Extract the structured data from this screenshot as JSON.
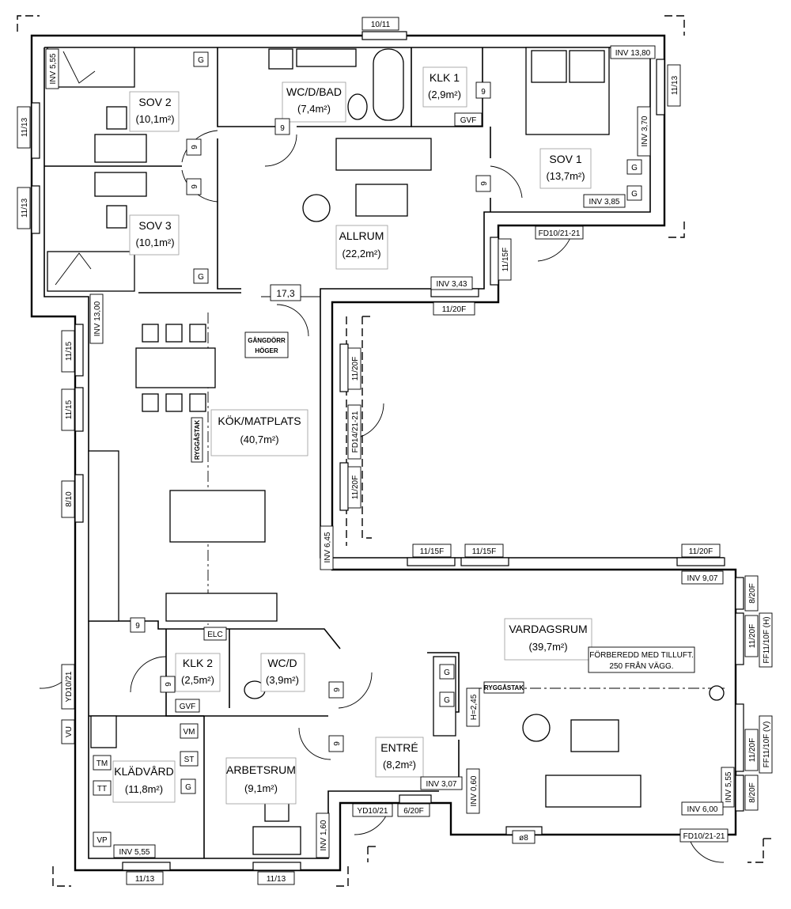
{
  "rooms": [
    {
      "id": "sov2",
      "name": "SOV 2",
      "area": "(10,1m²)"
    },
    {
      "id": "sov3",
      "name": "SOV 3",
      "area": "(10,1m²)"
    },
    {
      "id": "wcdbad",
      "name": "WC/D/BAD",
      "area": "(7,4m²)"
    },
    {
      "id": "klk1",
      "name": "KLK 1",
      "area": "(2,9m²)"
    },
    {
      "id": "sov1",
      "name": "SOV 1",
      "area": "(13,7m²)"
    },
    {
      "id": "allrum",
      "name": "ALLRUM",
      "area": "(22,2m²)"
    },
    {
      "id": "kok",
      "name": "KÖK/MATPLATS",
      "area": "(40,7m²)"
    },
    {
      "id": "klk2",
      "name": "KLK 2",
      "area": "(2,5m²)"
    },
    {
      "id": "wcd",
      "name": "WC/D",
      "area": "(3,9m²)"
    },
    {
      "id": "vardagsrum",
      "name": "VARDAGSRUM",
      "area": "(39,7m²)"
    },
    {
      "id": "entre",
      "name": "ENTRÉ",
      "area": "(8,2m²)"
    },
    {
      "id": "kladvard",
      "name": "KLÄDVÅRD",
      "area": "(11,8m²)"
    },
    {
      "id": "arbetsrum",
      "name": "ARBETSRUM",
      "area": "(9,1m²)"
    }
  ],
  "windows": {
    "w_top": "10/11",
    "w_sov2": "11/13",
    "w_sov3": "11/13",
    "w_sov1": "11/13",
    "w_kok_a": "11/15",
    "w_kok_b": "11/15",
    "w_kok_c": "8/10",
    "w_allrum": "11/15F",
    "w_allrum_b": "11/20F",
    "w_kok_d": "11/20F",
    "w_kok_e": "11/20F",
    "w_fd14": "FD14/21-21",
    "w_vard_a": "11/15F",
    "w_vard_b": "11/15F",
    "w_vard_c": "11/20F",
    "w_vard_d": "8/20F",
    "w_vard_e": "11/20F",
    "w_vard_e2": "FF11/10F (H)",
    "w_vard_f": "11/20F",
    "w_vard_f2": "FF11/10F (V)",
    "w_vard_g": "8/20F",
    "w_bottom_a": "11/13",
    "w_bottom_b": "11/13",
    "w_entre": "6/20F",
    "w_yd_entre": "YD10/21",
    "w_yd_west": "YD10/21",
    "w_fd_sov1": "FD10/21-21",
    "w_fd_vard": "FD10/21-21",
    "w_phi": "ø8"
  },
  "inv": {
    "inv_sov2": "INV 5,55",
    "inv_sov1_a": "INV 13,80",
    "inv_sov1_b": "INV 3,70",
    "inv_sov1_c": "INV 3,85",
    "inv_allrum": "INV 3,43",
    "inv_kok": "INV 13,00",
    "inv_kok2": "INV 6,45",
    "inv_vard_a": "INV 9,07",
    "inv_vard_b": "INV 5,55",
    "inv_vard_c": "INV 6,00",
    "inv_entre_a": "INV 3,07",
    "inv_entre_b": "INV 0,60",
    "inv_klad": "INV 5,55",
    "inv_arb": "INV 1,60"
  },
  "tags": {
    "g": "G",
    "gvf": "GVF",
    "elc": "ELC",
    "vm": "VM",
    "tm": "TM",
    "st": "ST",
    "tt": "TT",
    "vp": "VP",
    "vu": "VU",
    "nine": "9",
    "h245": "H=2,45",
    "ryggastak": "RYGGÅSTAK",
    "gangdorr1": "GÅNGDÖRR",
    "gangdorr2": "HÖGER",
    "door173": "17,3",
    "note1": "FÖRBEREDD MED TILLUFT.",
    "note2": "250 FRÅN VÄGG."
  }
}
